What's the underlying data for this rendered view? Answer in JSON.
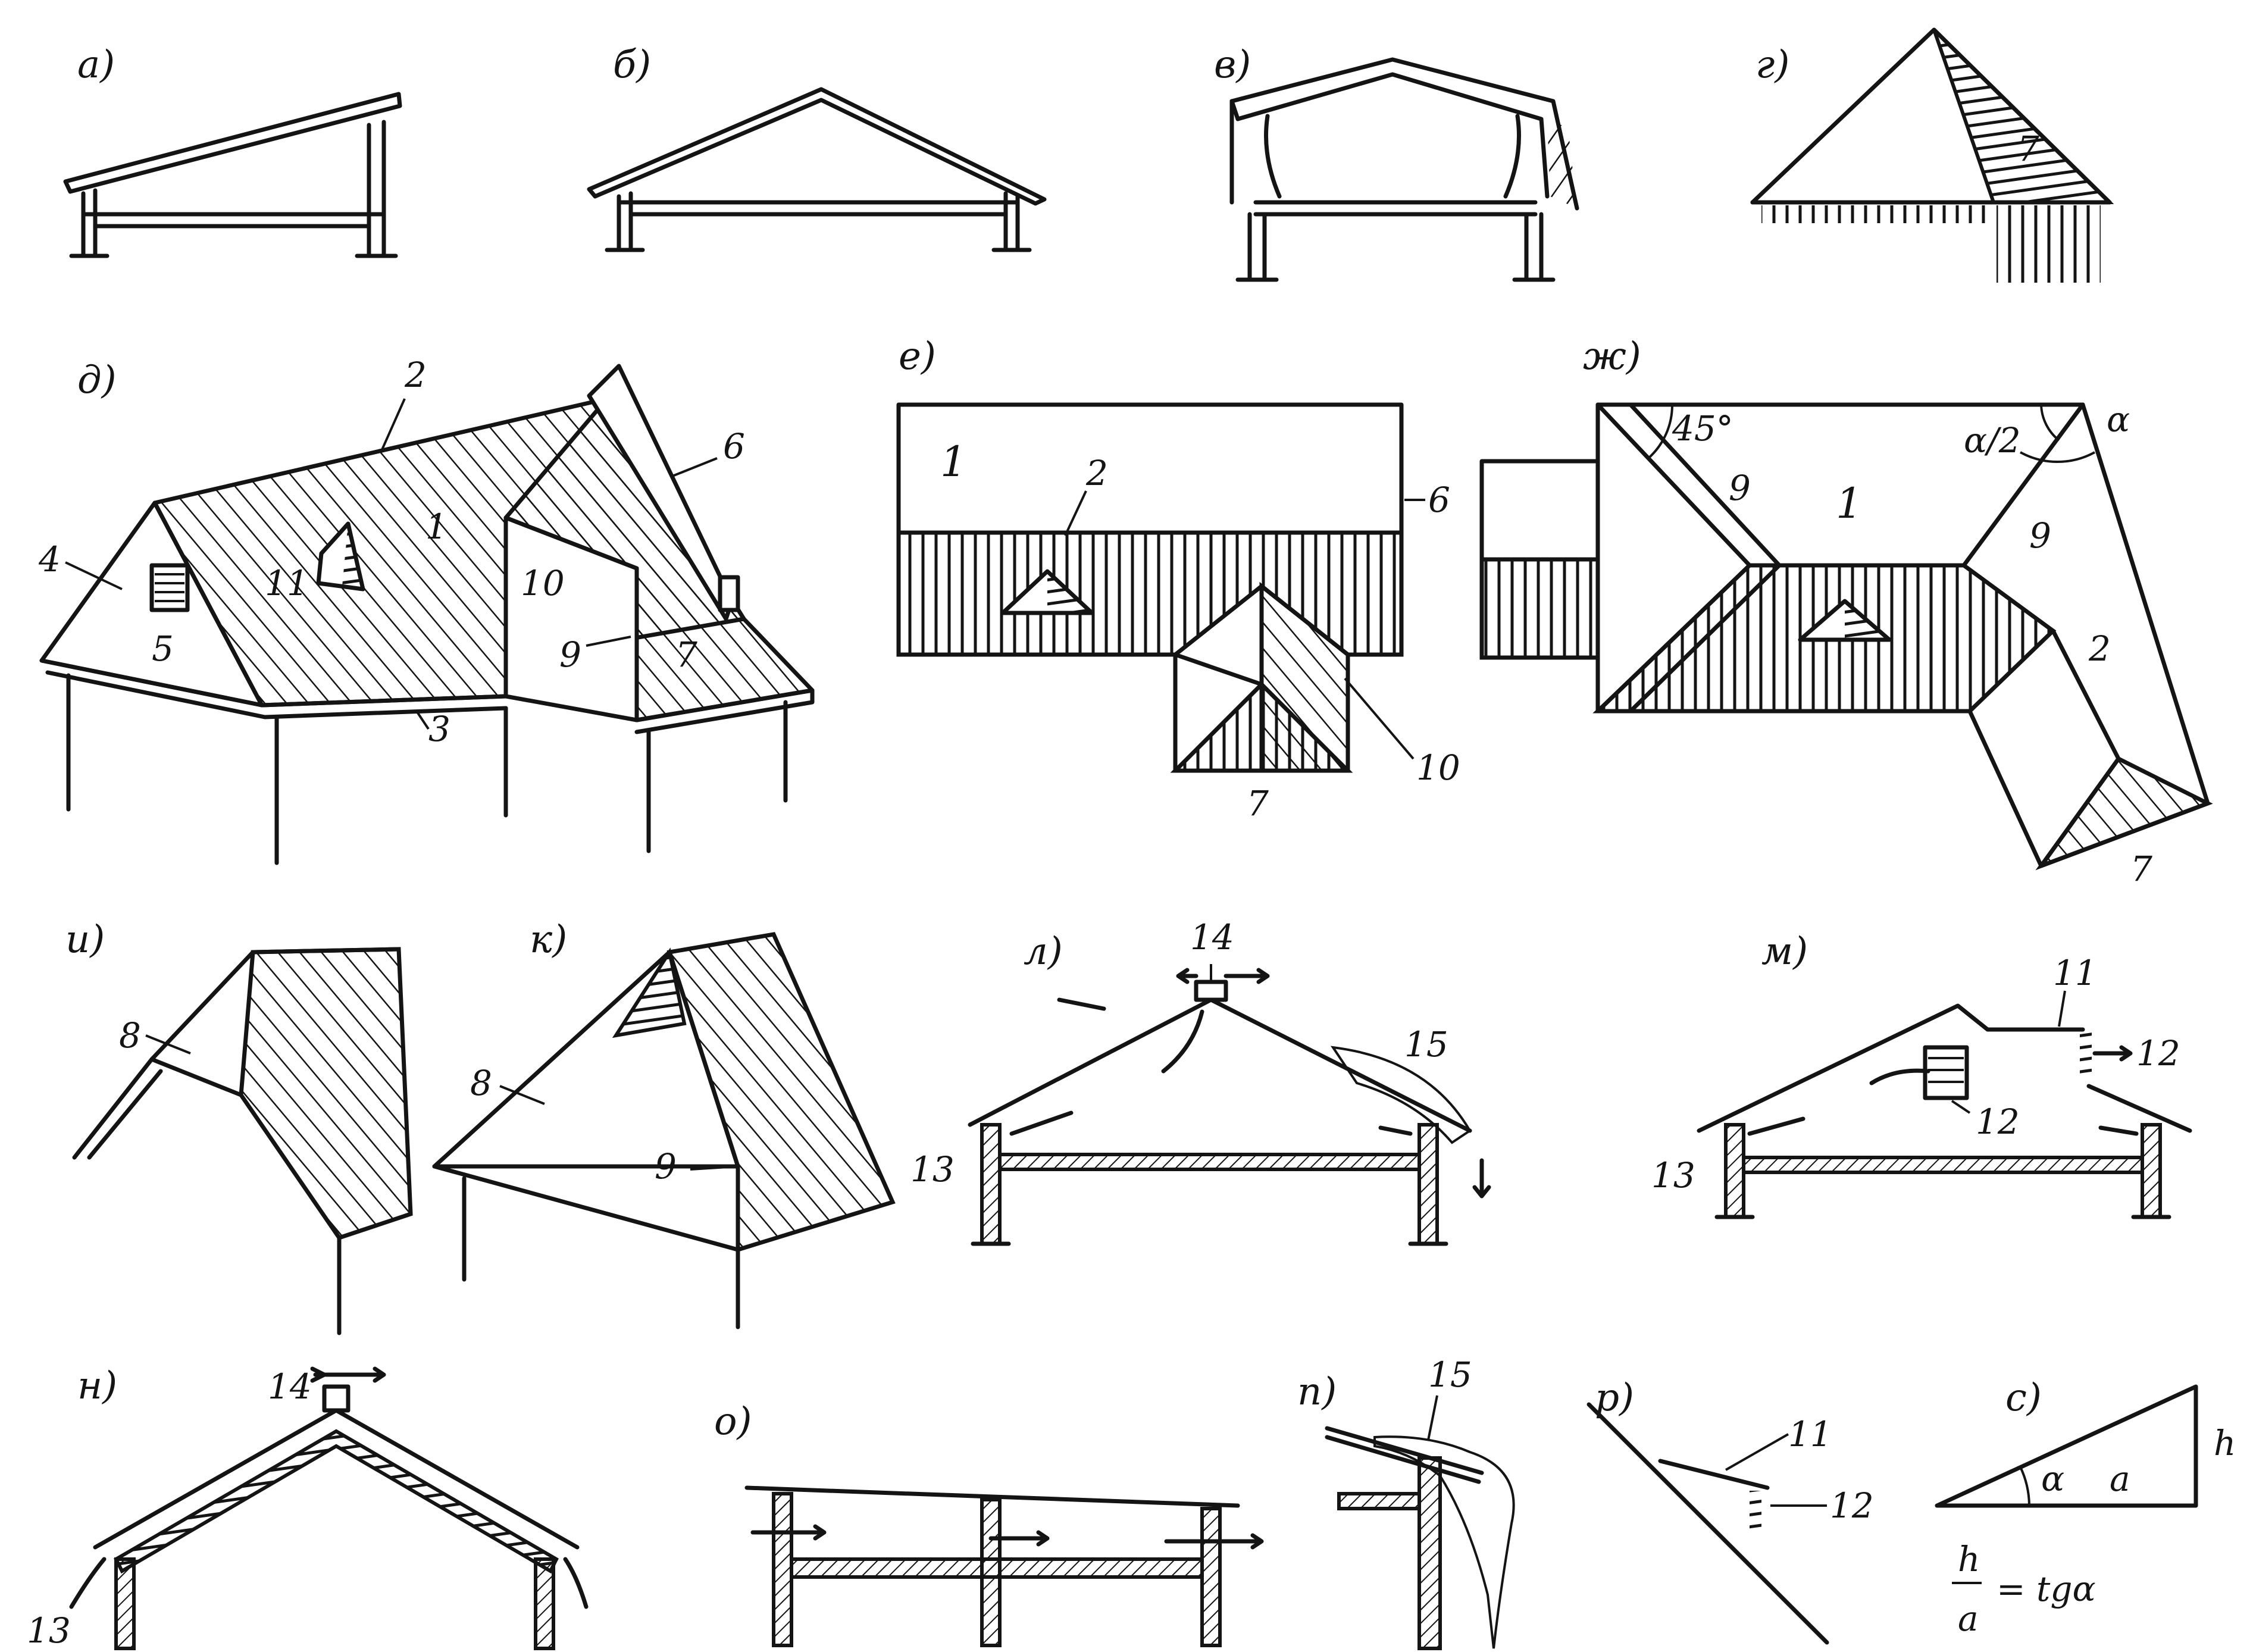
{
  "panels": {
    "a": "а)",
    "b": "б)",
    "v": "в)",
    "g": "г)",
    "d": "д)",
    "e": "е)",
    "zh": "ж)",
    "i": "и)",
    "k": "к)",
    "l": "л)",
    "m": "м)",
    "n": "н)",
    "o": "о)",
    "p": "п)",
    "r": "р)",
    "s": "с)"
  },
  "numbers": {
    "n1": "1",
    "n2": "2",
    "n3": "3",
    "n4": "4",
    "n5": "5",
    "n6": "6",
    "n7": "7",
    "n8": "8",
    "n9": "9",
    "n10": "10",
    "n11": "11",
    "n12": "12",
    "n13": "13",
    "n14": "14",
    "n15": "15"
  },
  "angles": {
    "deg45": "45°",
    "alpha": "α",
    "half_alpha": "α/2"
  },
  "formula": {
    "h": "h",
    "a": "a",
    "equals": "= tgα"
  },
  "colors": {
    "ink": "#141414",
    "paper": "#ffffff"
  }
}
